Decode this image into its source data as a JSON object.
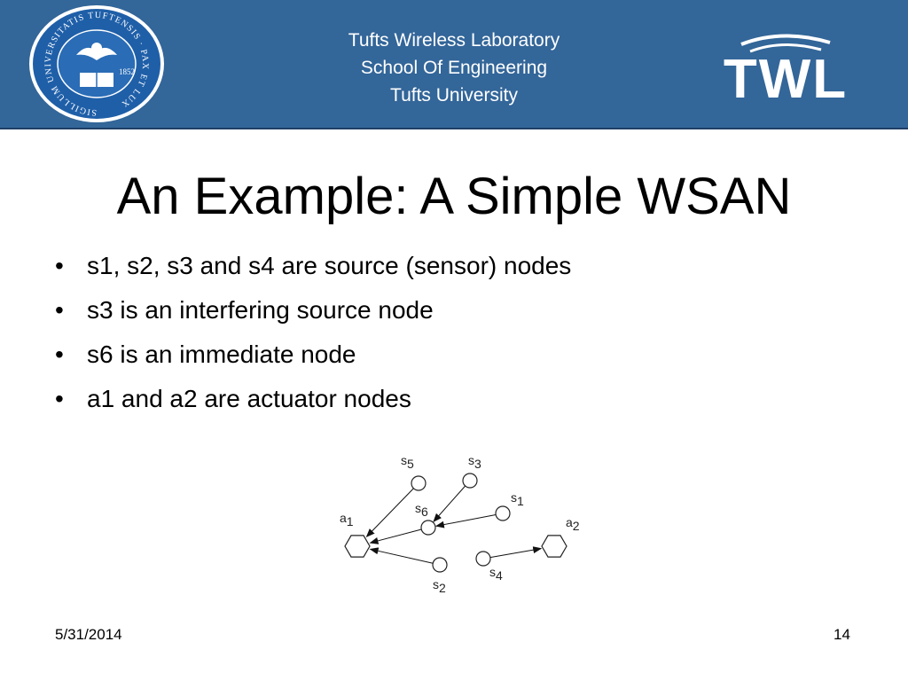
{
  "header": {
    "seal_text": "SIGILLUM UNIVERSITATIS TUFTENSIS · PAX ET LUX",
    "seal_year": "1852",
    "lines": [
      "Tufts Wireless Laboratory",
      "School Of Engineering",
      "Tufts University"
    ],
    "logo_text": "TWL"
  },
  "slide": {
    "title": "An Example: A Simple WSAN",
    "bullets": [
      "s1, s2, s3 and s4 are source (sensor) nodes",
      "s3 is an interfering source node",
      "s6 is an immediate node",
      "a1 and a2 are actuator nodes"
    ]
  },
  "diagram": {
    "nodes": [
      {
        "id": "s5",
        "base": "s",
        "sub": "5",
        "kind": "sensor"
      },
      {
        "id": "s3",
        "base": "s",
        "sub": "3",
        "kind": "sensor"
      },
      {
        "id": "s1",
        "base": "s",
        "sub": "1",
        "kind": "sensor"
      },
      {
        "id": "s6",
        "base": "s",
        "sub": "6",
        "kind": "sensor"
      },
      {
        "id": "s2",
        "base": "s",
        "sub": "2",
        "kind": "sensor"
      },
      {
        "id": "s4",
        "base": "s",
        "sub": "4",
        "kind": "sensor"
      },
      {
        "id": "a1",
        "base": "a",
        "sub": "1",
        "kind": "actuator"
      },
      {
        "id": "a2",
        "base": "a",
        "sub": "2",
        "kind": "actuator"
      }
    ],
    "edges": [
      {
        "from": "s5",
        "to": "a1"
      },
      {
        "from": "s6",
        "to": "a1"
      },
      {
        "from": "s2",
        "to": "a1"
      },
      {
        "from": "s3",
        "to": "s6"
      },
      {
        "from": "s1",
        "to": "s6"
      },
      {
        "from": "s4",
        "to": "a2"
      }
    ]
  },
  "footer": {
    "date": "5/31/2014",
    "page": "14"
  },
  "colors": {
    "header_bg": "#336699",
    "header_text": "#ffffff"
  }
}
